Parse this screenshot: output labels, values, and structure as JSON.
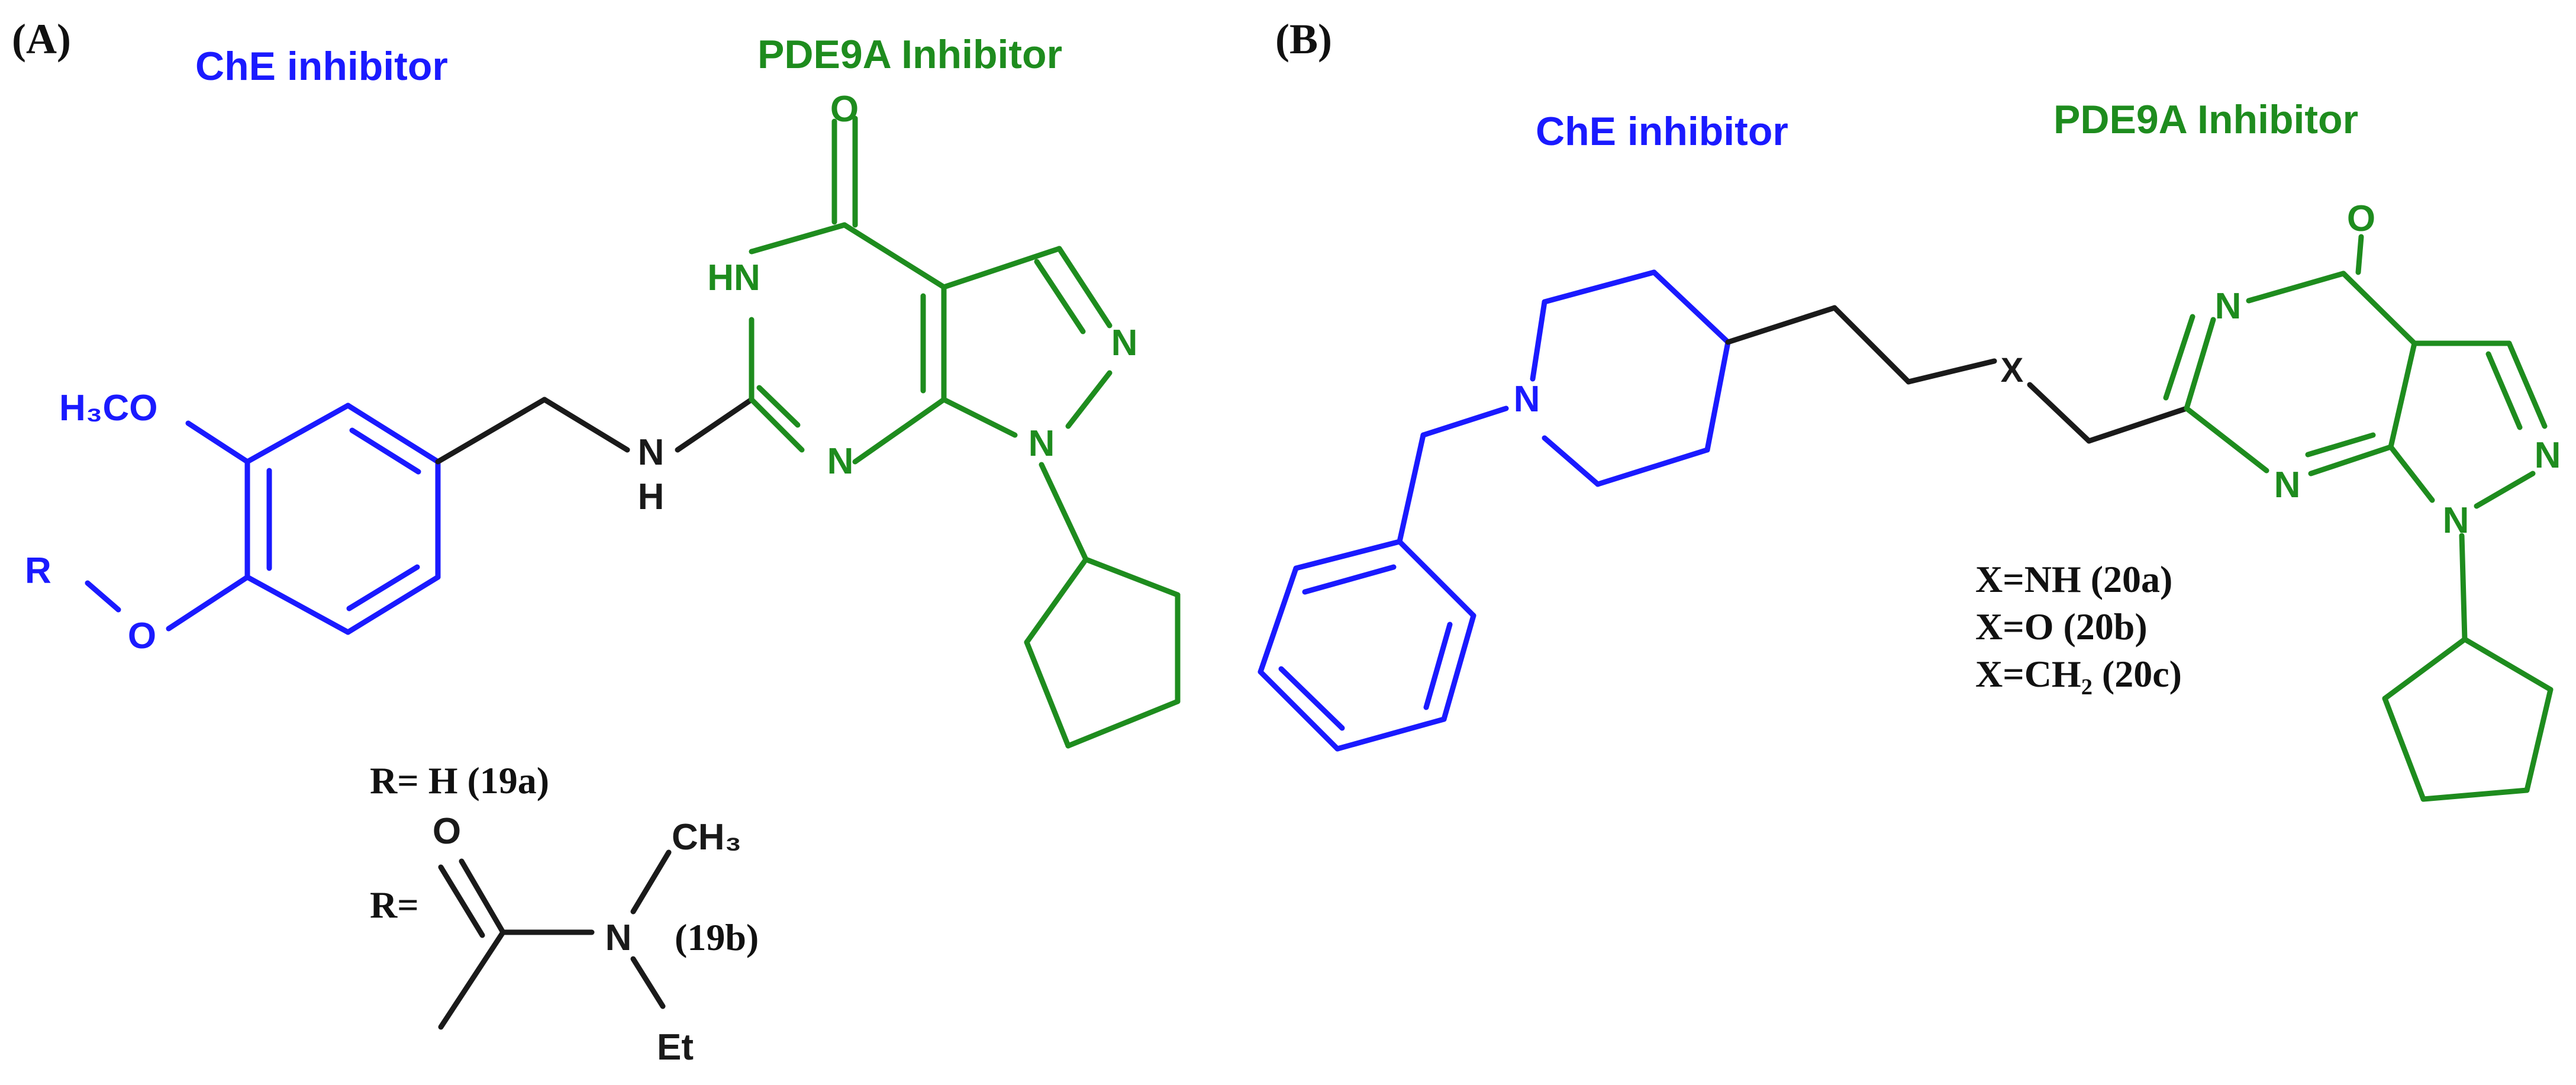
{
  "panel_a": {
    "label": "(A)",
    "che_title": "ChE inhibitor",
    "pde_title": "PDE9A Inhibitor",
    "atoms": {
      "o_carbonyl": "O",
      "hn": "HN",
      "n_pyrazole_top": "N",
      "n_pyrimidine": "N",
      "n_pyrazole_1": "N",
      "n_amine": "N",
      "h_amine": "H",
      "h3co": "H₃CO",
      "r": "R",
      "o_ether": "O"
    },
    "substituents": {
      "r_h": "R= H (19a)",
      "r_carbamate": "R=",
      "o_carbamate": "O",
      "n_carbamate": "N",
      "ch3": "CH₃",
      "et": "Et",
      "label_19b": "(19b)"
    }
  },
  "panel_b": {
    "label": "(B)",
    "che_title": "ChE inhibitor",
    "pde_title": "PDE9A Inhibitor",
    "atoms": {
      "n_piperidine": "N",
      "x": "X",
      "o_carbonyl": "O",
      "n_pyrimidine_top": "N",
      "n_pyrimidine_bottom": "N",
      "n_pyrazole_2": "N",
      "n_pyrazole_1": "N"
    },
    "variants": [
      "X=NH (20a)",
      "X=O (20b)",
      "X=CH₂ (20c)"
    ]
  },
  "colors": {
    "che": "#1a1aff",
    "pde": "#1e8c1e",
    "linker": "#1a1a1a"
  }
}
